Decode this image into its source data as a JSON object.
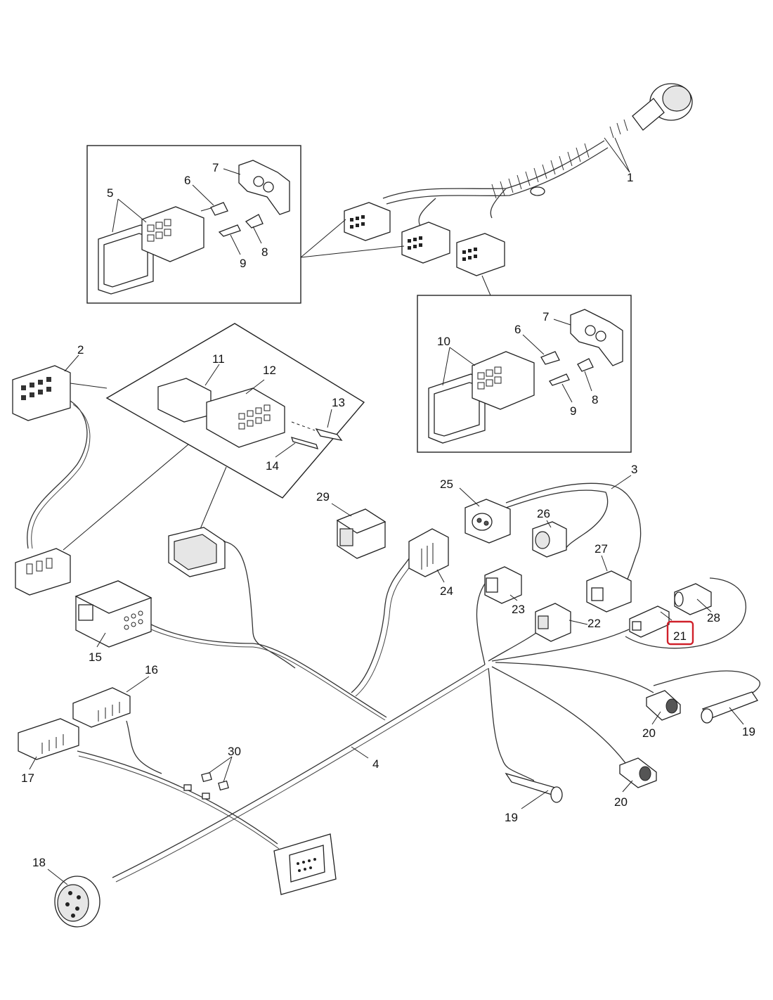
{
  "callouts": [
    {
      "id": "c1",
      "text": "1"
    },
    {
      "id": "c2",
      "text": "2"
    },
    {
      "id": "c3",
      "text": "3"
    },
    {
      "id": "c4",
      "text": "4"
    },
    {
      "id": "c5a",
      "text": "5"
    },
    {
      "id": "c6a",
      "text": "6"
    },
    {
      "id": "c7a",
      "text": "7"
    },
    {
      "id": "c8a",
      "text": "8"
    },
    {
      "id": "c9a",
      "text": "9"
    },
    {
      "id": "c10",
      "text": "10"
    },
    {
      "id": "c6b",
      "text": "6"
    },
    {
      "id": "c7b",
      "text": "7"
    },
    {
      "id": "c8b",
      "text": "8"
    },
    {
      "id": "c9b",
      "text": "9"
    },
    {
      "id": "c11",
      "text": "11"
    },
    {
      "id": "c12",
      "text": "12"
    },
    {
      "id": "c13",
      "text": "13"
    },
    {
      "id": "c14",
      "text": "14"
    },
    {
      "id": "c15",
      "text": "15"
    },
    {
      "id": "c16",
      "text": "16"
    },
    {
      "id": "c17",
      "text": "17"
    },
    {
      "id": "c18",
      "text": "18"
    },
    {
      "id": "c19a",
      "text": "19"
    },
    {
      "id": "c19b",
      "text": "19"
    },
    {
      "id": "c20a",
      "text": "20"
    },
    {
      "id": "c20b",
      "text": "20"
    },
    {
      "id": "c21",
      "text": "21"
    },
    {
      "id": "c22",
      "text": "22"
    },
    {
      "id": "c23",
      "text": "23"
    },
    {
      "id": "c24",
      "text": "24"
    },
    {
      "id": "c25",
      "text": "25"
    },
    {
      "id": "c26",
      "text": "26"
    },
    {
      "id": "c27",
      "text": "27"
    },
    {
      "id": "c28",
      "text": "28"
    },
    {
      "id": "c29",
      "text": "29"
    },
    {
      "id": "c30",
      "text": "30"
    }
  ],
  "highlighted_callout": "21",
  "colors": {
    "line": "#222222",
    "highlight": "#d0202a",
    "background": "#ffffff"
  }
}
